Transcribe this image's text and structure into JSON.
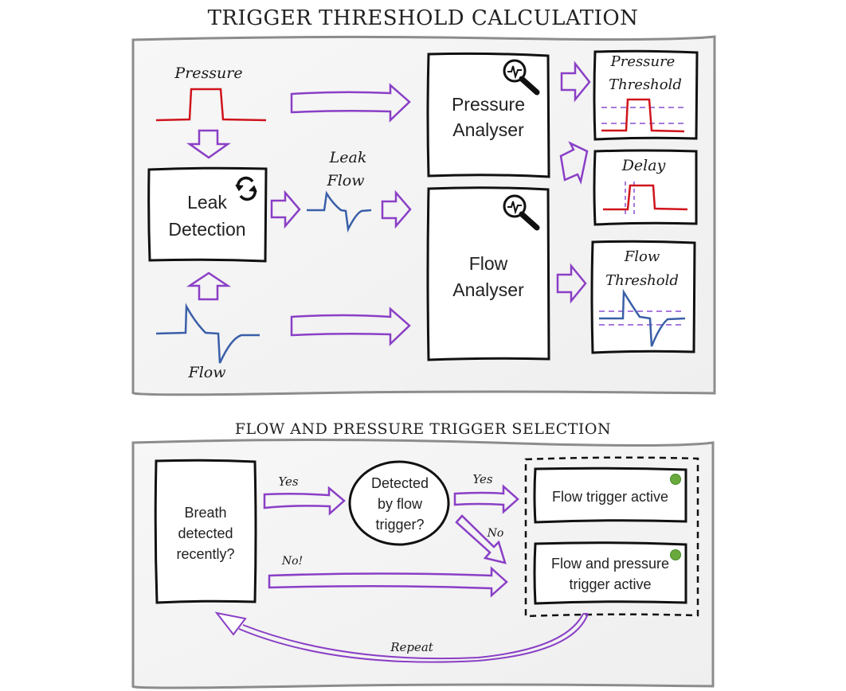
{
  "sections": {
    "threshold": {
      "title": "TRIGGER THRESHOLD CALCULATION",
      "signals": {
        "pressure_label": "Pressure",
        "flow_label": "Flow",
        "leak_flow_label_line1": "Leak",
        "leak_flow_label_line2": "Flow"
      },
      "boxes": {
        "leak_detection": {
          "line1": "Leak",
          "line2": "Detection",
          "icon": "refresh-icon"
        },
        "pressure_analyser": {
          "line1": "Pressure",
          "line2": "Analyser",
          "icon": "magnifier-waveform-icon"
        },
        "flow_analyser": {
          "line1": "Flow",
          "line2": "Analyser",
          "icon": "magnifier-waveform-icon"
        }
      },
      "outputs": {
        "pressure_threshold": {
          "line1": "Pressure",
          "line2": "Threshold"
        },
        "delay": {
          "line1": "Delay"
        },
        "flow_threshold": {
          "line1": "Flow",
          "line2": "Threshold"
        }
      }
    },
    "selection": {
      "title": "FLOW AND PRESSURE TRIGGER SELECTION",
      "breath_box": {
        "line1": "Breath",
        "line2": "detected",
        "line3": "recently?"
      },
      "decision": {
        "line1": "Detected",
        "line2": "by flow",
        "line3": "trigger?"
      },
      "labels": {
        "yes1": "Yes",
        "yes2": "Yes",
        "no": "No",
        "no_bang": "No!",
        "repeat": "Repeat"
      },
      "results": {
        "flow_only": {
          "line1": "Flow trigger active"
        },
        "flow_and_pressure": {
          "line1": "Flow and pressure",
          "line2": "trigger active"
        }
      }
    }
  },
  "colors": {
    "arrow": "#8a3fc6",
    "pressure_signal": "#d0141c",
    "flow_signal": "#3a5fa8",
    "threshold_dash": "#8a4fd0",
    "status_dot": "#6aaa3c",
    "panel_bg": "#f4f4f4",
    "panel_border": "#8c8c8c"
  }
}
